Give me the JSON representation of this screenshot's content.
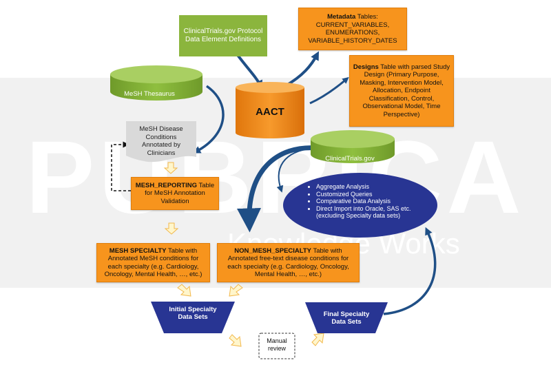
{
  "watermark": {
    "brand": "PUBRICA",
    "tagline": "Knowledge Works"
  },
  "aact": {
    "label": "AACT"
  },
  "protocol_source": {
    "text": "ClinicalTrials.gov Protocol Data Element Definitions"
  },
  "mesh_thesaurus": {
    "label": "MeSH Thesaurus"
  },
  "clinicaltrials": {
    "label": "ClinicalTrials.gov"
  },
  "metadata_tables": {
    "title": "Metadata",
    "text": "Tables: CURRENT_VARIABLES, ENUMERATIONS, VARIABLE_HISTORY_DATES"
  },
  "designs_table": {
    "title": "Designs",
    "text": "Table with parsed Study Design (Primary Purpose, Masking, Intervention Model, Allocation, Endpoint Classification, Control, Observational Model, Time Perspective)"
  },
  "mesh_doc": {
    "text": "MeSH Disease Conditions Annotated by Clinicians"
  },
  "mesh_reporting": {
    "title": "MESH_REPORTING",
    "text": "Table for MeSH Annotation Validation"
  },
  "mesh_specialty": {
    "title": "MESH SPECIALTY",
    "text": "Table with Annotated MeSH conditions for each specialty (e.g. Cardiology, Oncology, Mental Health, …, etc.)"
  },
  "non_mesh_specialty": {
    "title": "NON_MESH_SPECIALTY",
    "text": "Table with Annotated free-text disease conditions for each specialty (e.g. Cardiology, Oncology, Mental Health, …, etc.)"
  },
  "analysis": {
    "items": [
      "Aggregate Analysis",
      "Customized Queries",
      "Comparative Data Analysis",
      "Direct Import into Oracle, SAS etc. (excluding Specialty data sets)"
    ]
  },
  "initial_sets": {
    "label": "Initial Specialty Data Sets"
  },
  "final_sets": {
    "label": "Final Specialty Data Sets"
  },
  "manual_review": {
    "label": "Manual review"
  },
  "colors": {
    "orange": "#f7941d",
    "green": "#8bb53d",
    "navy": "#283593",
    "arrow": "#1f4f86",
    "doc_gray": "#d9d9d9"
  }
}
